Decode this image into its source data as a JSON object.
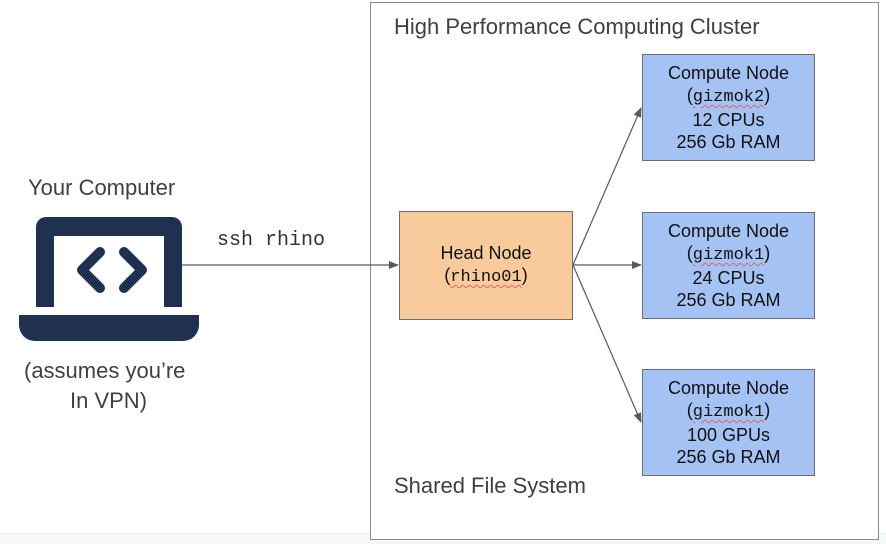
{
  "diagram": {
    "cluster": {
      "title": "High Performance Computing Cluster",
      "footer": "Shared File System"
    },
    "client": {
      "title": "Your Computer",
      "icon": "laptop-code-icon",
      "note_line1": "(assumes you’re",
      "note_line2": "In VPN)"
    },
    "connection": {
      "label": "ssh rhino"
    },
    "head_node": {
      "title": "Head Node",
      "hostname_open": "(",
      "hostname": "rhino01",
      "hostname_close": ")"
    },
    "compute_nodes": [
      {
        "title": "Compute Node",
        "hostname": "gizmok2",
        "resources": "12 CPUs",
        "memory": "256 Gb RAM"
      },
      {
        "title": "Compute Node",
        "hostname": "gizmok1",
        "resources": "24 CPUs",
        "memory": "256 Gb RAM"
      },
      {
        "title": "Compute Node",
        "hostname": "gizmok1",
        "resources": "100 GPUs",
        "memory": "256 Gb RAM"
      }
    ],
    "colors": {
      "head_fill": "#f9cb9c",
      "compute_fill": "#a4c2f4",
      "icon": "#1f3050",
      "arrow": "#595959"
    }
  }
}
